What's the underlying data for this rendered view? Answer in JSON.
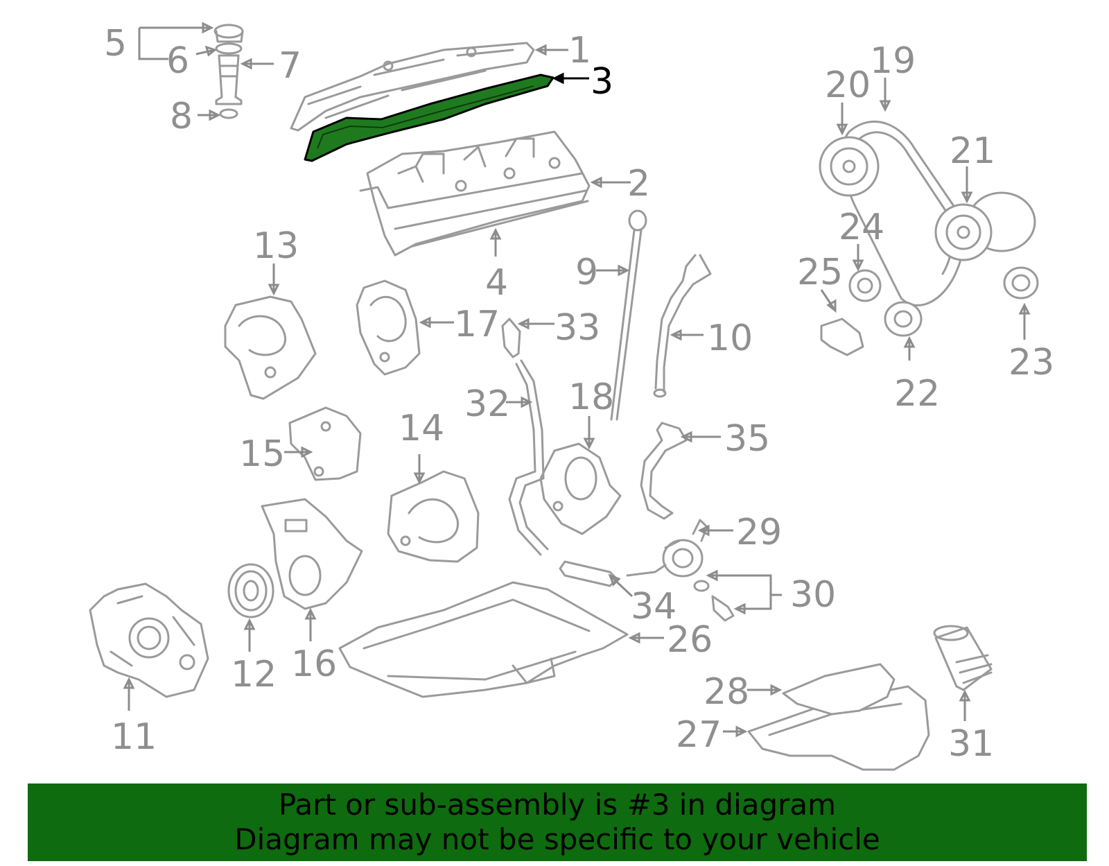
{
  "highlight_color": "#1f7a1f",
  "banner_color": "#0f6b0f",
  "label_color": "#8f8f8f",
  "highlighted_part": "3",
  "labels": [
    "1",
    "2",
    "3",
    "4",
    "5",
    "6",
    "7",
    "8",
    "9",
    "10",
    "11",
    "12",
    "13",
    "14",
    "15",
    "16",
    "17",
    "18",
    "19",
    "20",
    "21",
    "22",
    "23",
    "24",
    "25",
    "26",
    "27",
    "28",
    "29",
    "30",
    "31",
    "32",
    "33",
    "34",
    "35"
  ],
  "banner": {
    "line1": "Part or sub-assembly is #3 in diagram",
    "line2": "Diagram may not be specific to your vehicle"
  }
}
